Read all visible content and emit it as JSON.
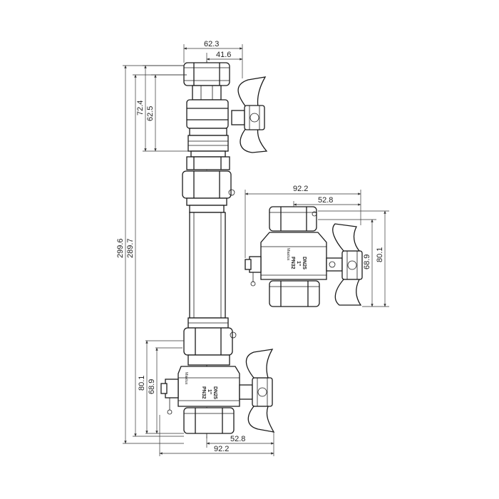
{
  "dimensions": {
    "main_top_width": "62.3",
    "main_top_inner": "41.6",
    "main_total_outer": "299.6",
    "main_total_inner": "289.7",
    "main_top_height_outer": "72.4",
    "main_top_height_inner": "62.5",
    "main_bottom_height_outer": "80.1",
    "main_bottom_height_inner": "68.9",
    "main_bottom_handle": "52.8",
    "main_bottom_width": "92.2",
    "side_width": "92.2",
    "side_handle": "52.8",
    "side_height_inner": "68.9",
    "side_height_outer": "80.1"
  },
  "markings": {
    "size": "DN25",
    "thread": "1\"",
    "pressure": "PN32",
    "brand": "Maxlux"
  }
}
